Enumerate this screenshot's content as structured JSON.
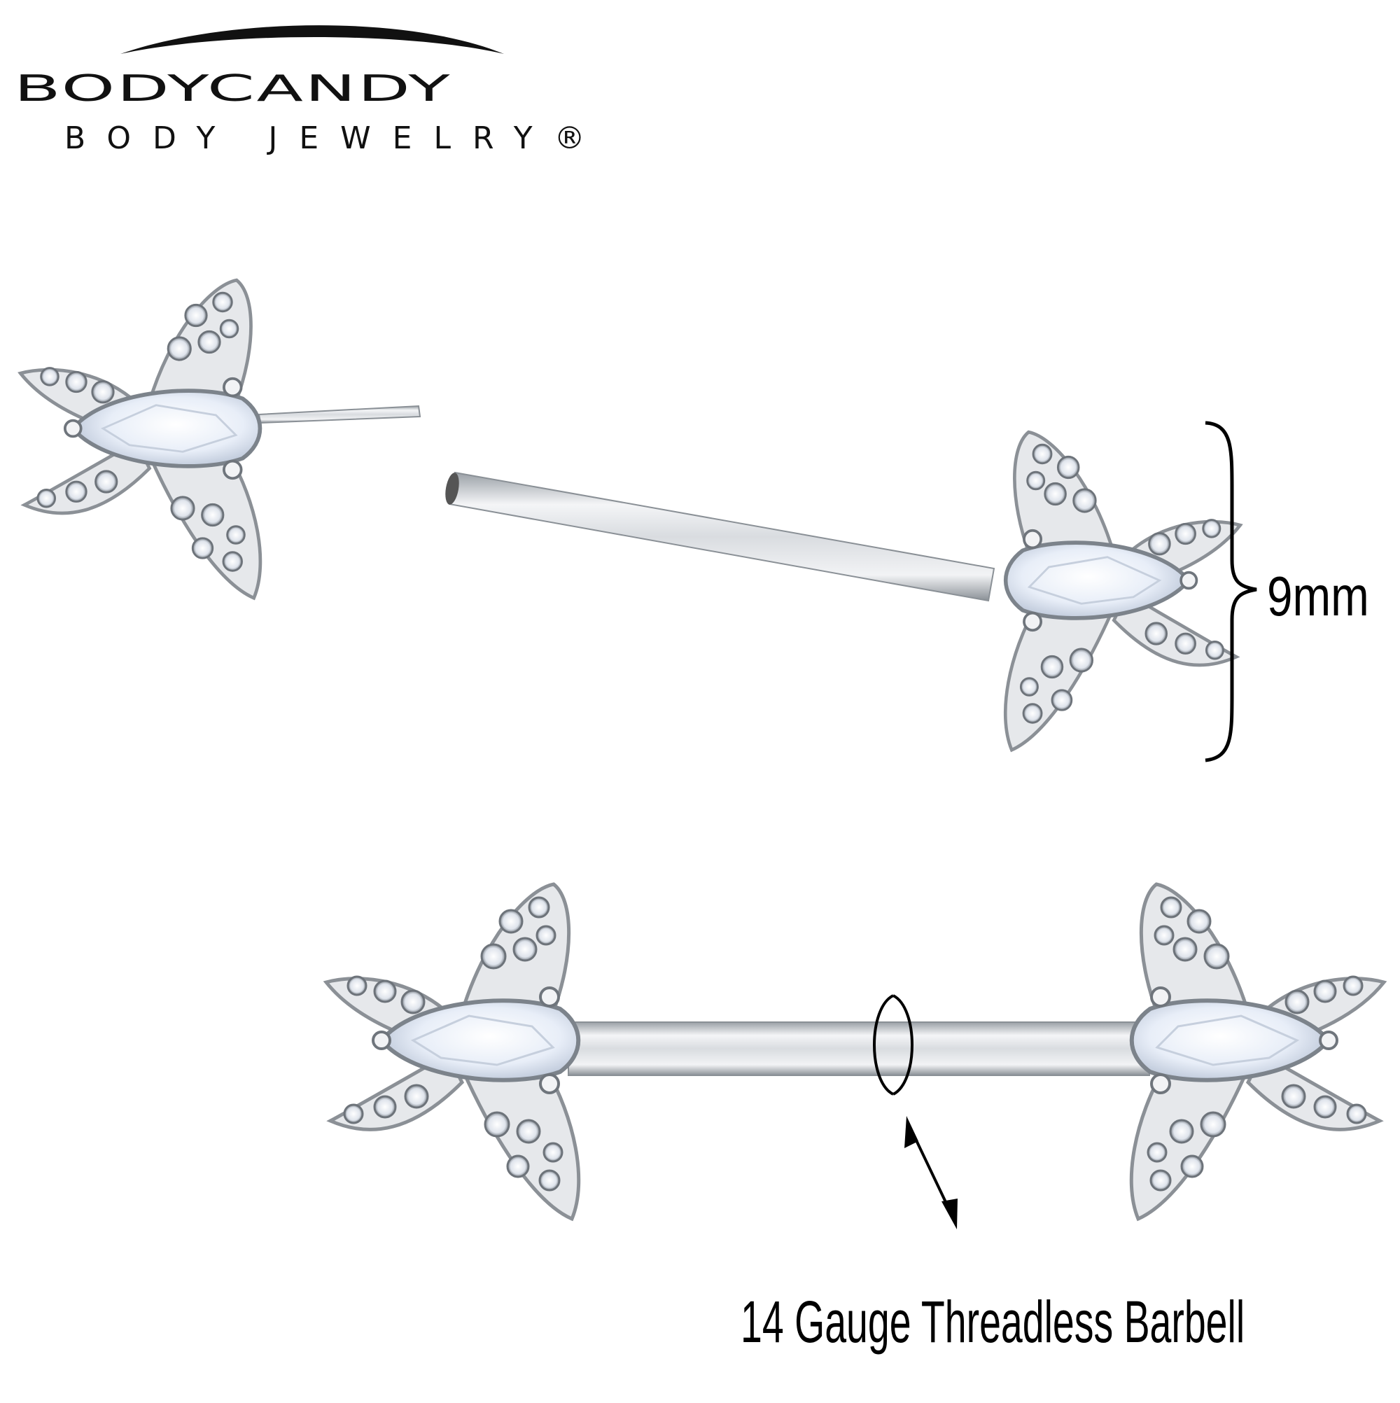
{
  "logo": {
    "wordmark": "BODYCANDY",
    "tagline": "BODY JEWELRY®"
  },
  "annotations": {
    "size": "9mm",
    "barbell": "14 Gauge Threadless Barbell"
  },
  "product": {
    "components": [
      "butterfly-end-with-pin",
      "butterfly-end-on-barbell",
      "assembled-barbell"
    ],
    "gem_color": "#eef3fb",
    "metal_color": "#c9ccd1"
  }
}
